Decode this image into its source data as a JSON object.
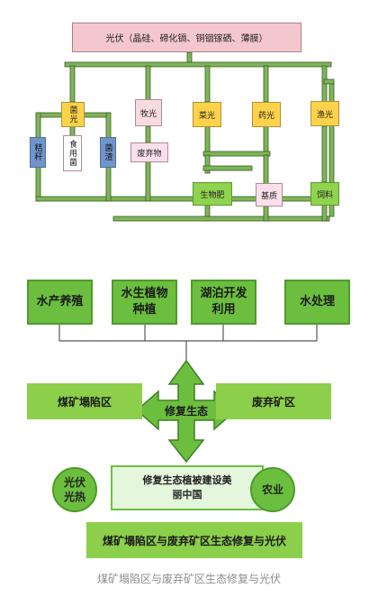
{
  "top_diagram": {
    "title": "光伏（晶硅、碲化镉、铜铟镓硒、薄膜）",
    "nodes": {
      "mushroom_light": "菌光",
      "animal_light": "牧光",
      "veg_light": "菜光",
      "herb_light": "药光",
      "fish_light": "渔光",
      "straw": "秸秆",
      "edible_fungi": "食用菌",
      "fungal_residue": "菌渣",
      "waste": "废弃物",
      "bio_fertilizer": "生物肥",
      "substrate": "基质",
      "feed": "饲料"
    }
  },
  "bottom_diagram": {
    "top_boxes": [
      "水产养殖",
      "水生植物种植",
      "湖泊开发利用",
      "水处理"
    ],
    "left_band": "煤矿塌陷区",
    "right_band": "废弃矿区",
    "center_arrow_label": "修复生态",
    "left_circle": "光伏光热",
    "right_circle": "农业",
    "center_box": "修复生态植被建设美丽中国",
    "bottom_band": "煤矿塌陷区与废弃矿区生态修复与光伏"
  },
  "caption": "煤矿塌陷区与废弃矿区生态修复与光伏",
  "colors": {
    "pipe_green": "#7cb657",
    "box_green": "#6cbf3e",
    "band_green": "#8ccf4a",
    "title_pink": "#f4c7cf"
  }
}
